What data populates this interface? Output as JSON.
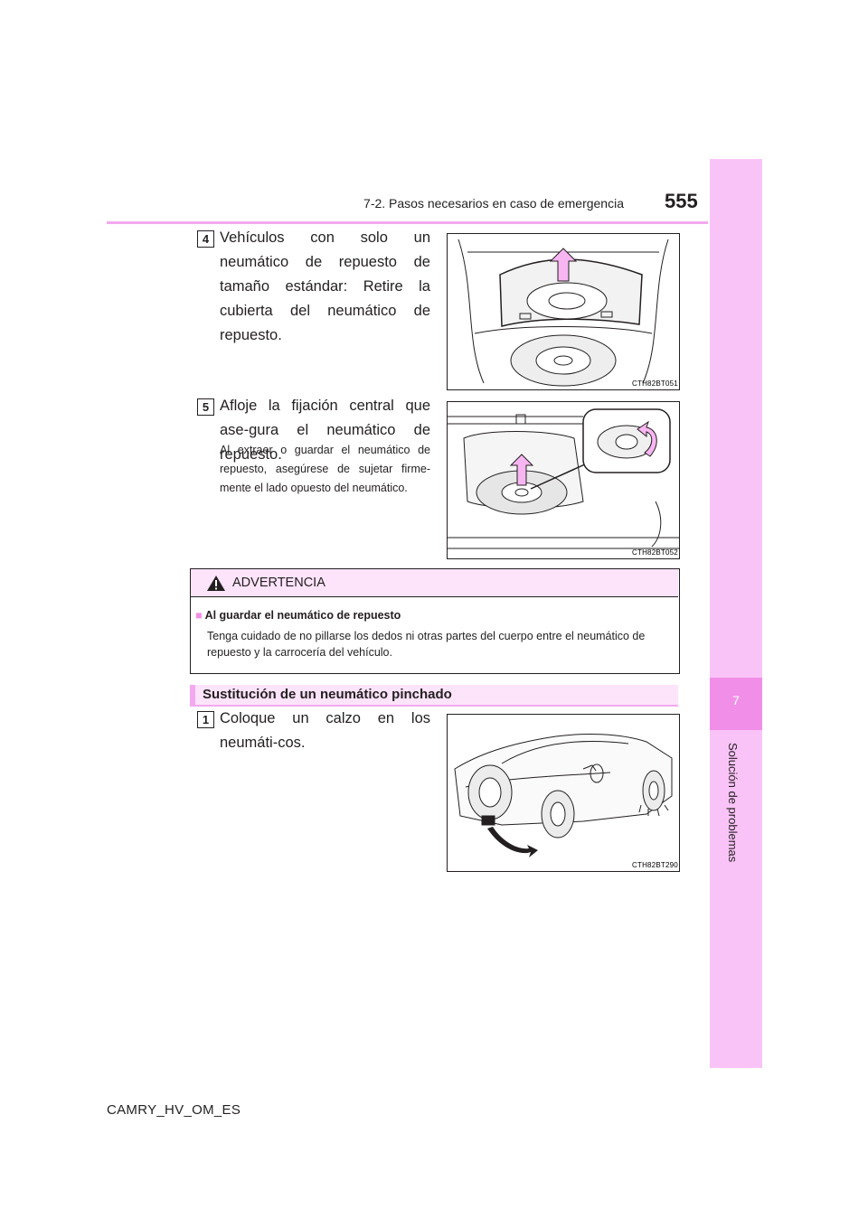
{
  "header": {
    "section": "7-2. Pasos necesarios en caso de emergencia",
    "page": "555"
  },
  "side_tab": {
    "chapter": "7",
    "label": "Solución de problemas"
  },
  "steps": [
    {
      "num": "4",
      "text": "Vehículos con solo un neumático de repuesto de tamaño estándar: Retire la cubierta del neumático de repuesto."
    },
    {
      "num": "5",
      "text": "Afloje la fijación central que ase-gura el neumático de repuesto.",
      "note": "Al extraer o guardar el neumático de repuesto, asegúrese de sujetar firme-mente el lado opuesto del neumático."
    },
    {
      "num": "1",
      "text": "Coloque un calzo en los neumáti-cos."
    }
  ],
  "figures": [
    "CTH82BT051",
    "CTH82BT052",
    "CTH82BT290"
  ],
  "warning": {
    "title": "ADVERTENCIA",
    "bullet": "■",
    "subtitle": "Al guardar el neumático de repuesto",
    "body": "Tenga cuidado de no pillarse los dedos ni otras partes del cuerpo entre el neumático de repuesto y la carrocería del vehículo."
  },
  "section_title": "Sustitución de un neumático pinchado",
  "footer": "CAMRY_HV_OM_ES",
  "colors": {
    "accent": "#f3a9ee",
    "tab": "#fac3f7",
    "tab_active": "#f18fe8",
    "band": "#fde4fb"
  }
}
